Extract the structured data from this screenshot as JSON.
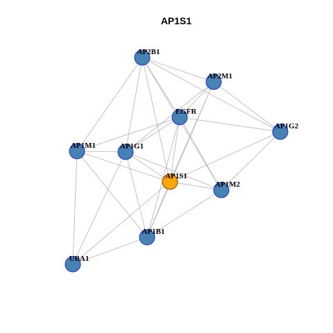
{
  "title": "AP1S1",
  "colors": {
    "edge": "#b4b4b4",
    "node_fill": "#4682b4",
    "node_stroke": "#1f2fd6",
    "focus_fill": "#ffa500",
    "focus_stroke": "#7a4a00",
    "label": "#000000",
    "title": "#000000"
  },
  "nodes": [
    {
      "id": "AP2B1",
      "label": "AP2B1",
      "focus": false
    },
    {
      "id": "AP2M1",
      "label": "AP2M1",
      "focus": false
    },
    {
      "id": "EGFR",
      "label": "EGFR",
      "focus": false
    },
    {
      "id": "AP1G2",
      "label": "AP1G2",
      "focus": false
    },
    {
      "id": "AP1M1",
      "label": "AP1M1",
      "focus": false
    },
    {
      "id": "AP1G1",
      "label": "AP1G1",
      "focus": false
    },
    {
      "id": "AP1S1",
      "label": "AP1S1",
      "focus": true
    },
    {
      "id": "AP1M2",
      "label": "AP1M2",
      "focus": false
    },
    {
      "id": "AP1B1",
      "label": "AP1B1",
      "focus": false
    },
    {
      "id": "UBA1",
      "label": "UBA1",
      "focus": false
    }
  ],
  "edges": [
    [
      "AP2B1",
      "AP2M1"
    ],
    [
      "AP2B1",
      "EGFR"
    ],
    [
      "AP2B1",
      "AP1M1"
    ],
    [
      "AP2B1",
      "AP1G1"
    ],
    [
      "AP2B1",
      "AP1S1"
    ],
    [
      "AP2B1",
      "AP1M2"
    ],
    [
      "AP2B1",
      "AP1G2"
    ],
    [
      "AP2M1",
      "EGFR"
    ],
    [
      "AP2M1",
      "AP1G2"
    ],
    [
      "AP2M1",
      "AP1G1"
    ],
    [
      "AP2M1",
      "AP1S1"
    ],
    [
      "AP2M1",
      "AP1B1"
    ],
    [
      "EGFR",
      "AP1G2"
    ],
    [
      "EGFR",
      "AP1M1"
    ],
    [
      "EGFR",
      "AP1G1"
    ],
    [
      "EGFR",
      "AP1S1"
    ],
    [
      "EGFR",
      "AP1M2"
    ],
    [
      "EGFR",
      "AP1B1"
    ],
    [
      "AP1G2",
      "AP1S1"
    ],
    [
      "AP1G2",
      "AP1M2"
    ],
    [
      "AP1M1",
      "AP1G1"
    ],
    [
      "AP1M1",
      "AP1S1"
    ],
    [
      "AP1M1",
      "AP1B1"
    ],
    [
      "AP1M1",
      "UBA1"
    ],
    [
      "AP1G1",
      "AP1S1"
    ],
    [
      "AP1G1",
      "AP1M2"
    ],
    [
      "AP1G1",
      "AP1B1"
    ],
    [
      "AP1G1",
      "UBA1"
    ],
    [
      "AP1S1",
      "AP1M2"
    ],
    [
      "AP1S1",
      "AP1B1"
    ],
    [
      "AP1S1",
      "UBA1"
    ],
    [
      "AP1M2",
      "AP1B1"
    ],
    [
      "AP1B1",
      "UBA1"
    ]
  ]
}
